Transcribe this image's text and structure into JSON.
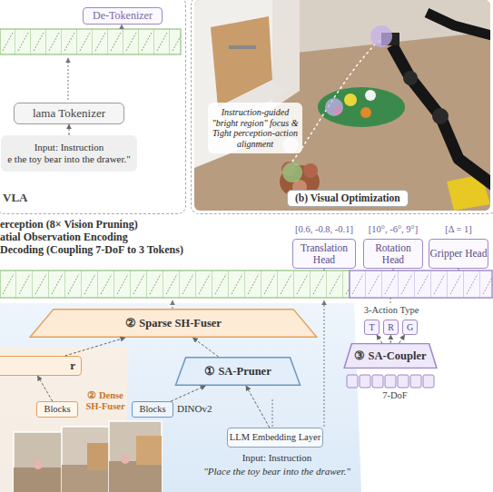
{
  "diagram": {
    "nodes": [
      {
        "text": [
          "VLA"
        ]
      },
      {
        "text": [
          "De-Tokenizer"
        ],
        "in": 0
      },
      {
        "text": [
          "lama Tokenizer"
        ],
        "in": 0
      },
      {
        "text": [
          "Input: Instruction",
          "e the toy bear into the drawer.\""
        ],
        "in": 0
      },
      {
        "text": [
          "(b) Visual Optimization"
        ]
      },
      {
        "text": [
          "Instruction-guided \"bright region\" focus & Tight perception-action alignment"
        ],
        "in": 4
      },
      {
        "text": [
          "Translation Head"
        ]
      },
      {
        "text": [
          "Rotation Head"
        ]
      },
      {
        "text": [
          "Gripper Head"
        ]
      },
      {
        "text": [
          "T"
        ]
      },
      {
        "text": [
          "R"
        ]
      },
      {
        "text": [
          "G"
        ]
      },
      {
        "text": [
          "③ SA-Coupler"
        ]
      },
      {
        "text": [
          "② Sparse SH-Fuser"
        ]
      },
      {
        "text": [
          "r"
        ]
      },
      {
        "text": [
          "① SA-Pruner"
        ]
      },
      {
        "text": [
          "Blocks"
        ]
      },
      {
        "text": [
          "Blocks"
        ]
      },
      {
        "text": [
          "LLM Embedding Layer"
        ]
      }
    ],
    "edges": [
      {
        "from": 3,
        "to": 2,
        "arrow": "to"
      },
      {
        "from": 12,
        "to": 9,
        "arrow": "to"
      },
      {
        "from": 12,
        "to": 10,
        "arrow": "to"
      },
      {
        "from": 12,
        "to": 11,
        "arrow": "to"
      },
      {
        "from": 16,
        "to": 14,
        "arrow": "to"
      },
      {
        "from": 17,
        "to": 15,
        "arrow": "to"
      },
      {
        "from": 18,
        "to": 15,
        "arrow": "to"
      },
      {
        "from": 15,
        "to": 13,
        "arrow": "to"
      },
      {
        "from": 14,
        "to": 13,
        "arrow": "to"
      }
    ],
    "labels": [
      "erception (8× Vision Pruning)",
      "atial Observation Encoding",
      "Decoding (Coupling 7-DoF to 3 Tokens)",
      "[0.6, -0.8, -0.1]",
      "[10°, -6°, 9°]",
      "[Δ = 1]",
      "3-Action Type",
      "7-DoF",
      "② Dense SH-Fuser",
      "DINOv2",
      "Input: Instruction",
      "\"Place the toy bear into the drawer.\""
    ]
  }
}
